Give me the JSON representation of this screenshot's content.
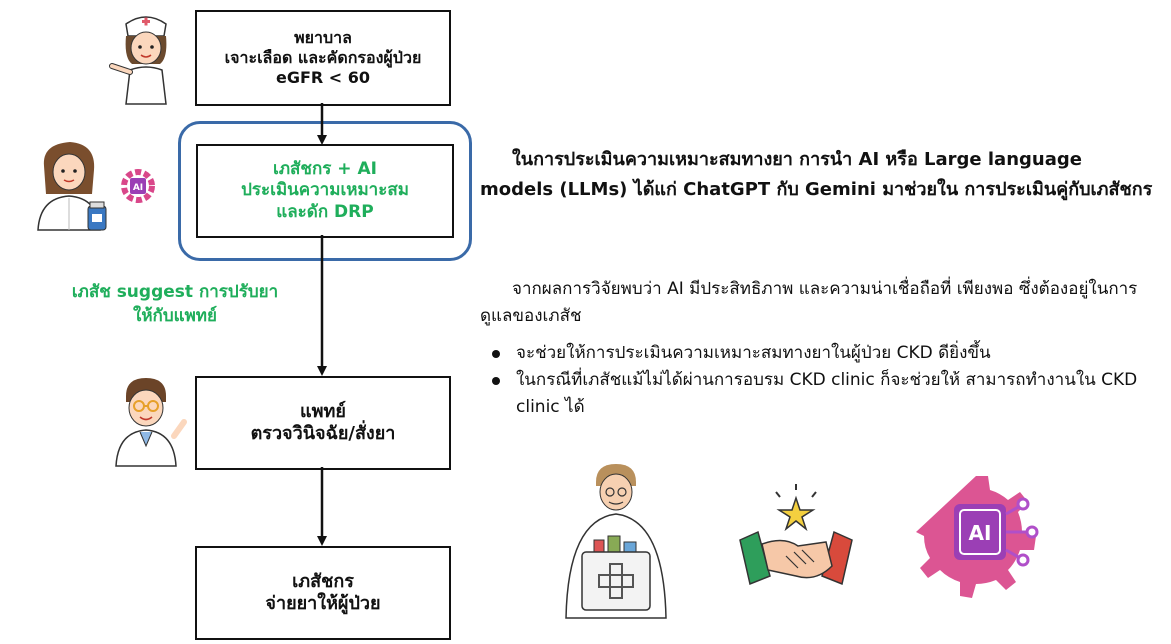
{
  "flow": {
    "nurse_box": [
      "พยาบาล",
      "เจาะเลือด และคัดกรองผู้ป่วย",
      "eGFR < 60"
    ],
    "pharm_ai_box": [
      "เภสัชกร + AI",
      "ประเมินความเหมาะสม",
      "และดัก DRP"
    ],
    "doctor_box": [
      "แพทย์",
      "ตรวจวินิจฉัย/สั่งยา"
    ],
    "dispense_box": [
      "เภสัชกร",
      "จ่ายยาให้ผู้ป่วย"
    ]
  },
  "suggest_note": [
    "เภสัช suggest การปรับยา",
    "ให้กับแพทย์"
  ],
  "paragraph_1": "ในการประเมินความเหมาะสมทางยา การนำ AI หรือ Large language  models (LLMs) ได้แก่ ChatGPT กับ Gemini มาช่วยใน การประเมินคู่กับเภสัชกร",
  "paragraph_2": "จากผลการวิจัยพบว่า AI มีประสิทธิภาพ และความน่าเชื่อถือที่ เพียงพอ ซึ่งต้องอยู่ในการดูแลของเภสัช",
  "bullets": [
    "จะช่วยให้การประเมินความเหมาะสมทางยาในผู้ป่วย CKD ดียิ่งขึ้น",
    "ในกรณีที่เภสัชแม้ไม่ได้ผ่านการอบรม CKD clinic ก็จะช่วยให้ สามารถทำงานใน CKD clinic ได้"
  ],
  "ai_chip_label": "AI",
  "colors": {
    "green": "#1fae5b",
    "blue_ring": "#3a6aa8",
    "ai_magenta": "#d9478a",
    "ai_purple": "#9b3fb5"
  }
}
